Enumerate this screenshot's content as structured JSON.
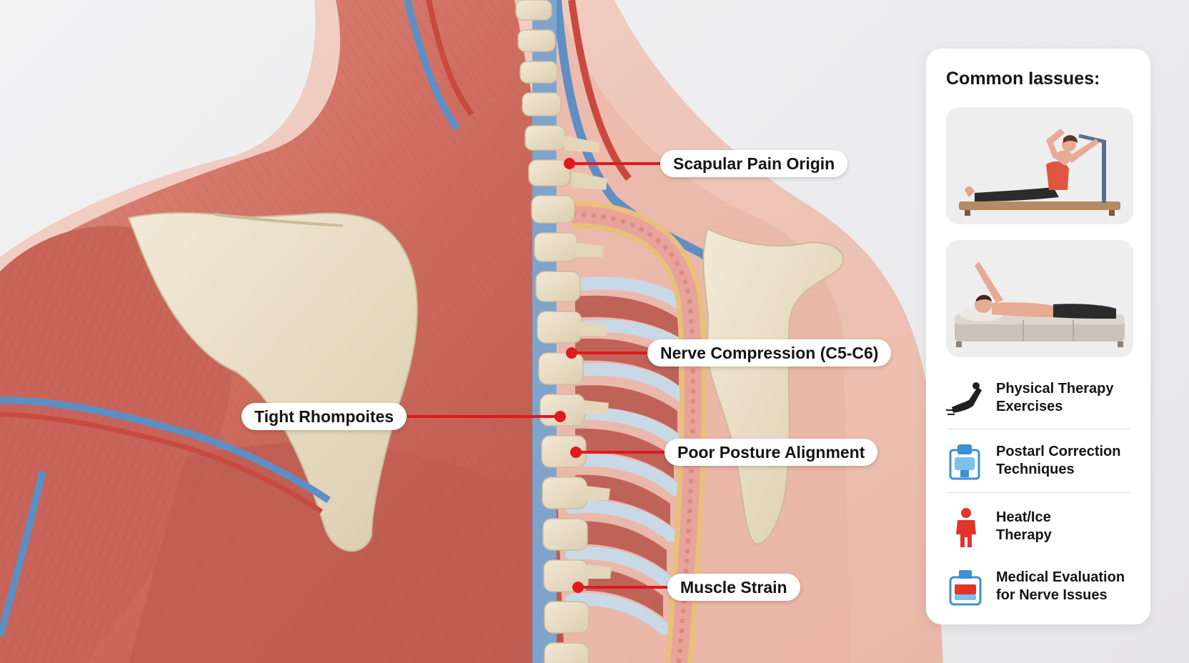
{
  "callouts": {
    "scapular_pain_origin": "Scapular Pain Origin",
    "nerve_compression": "Nerve Compression (C5-C6)",
    "tight_rhomboids": "Tight Rhompoites",
    "poor_posture": "Poor Posture Alignment",
    "muscle_strain": "Muscle Strain"
  },
  "panel": {
    "title": "Common Iassues:",
    "illustrations": [
      {
        "icon": "seated-stretch-illustration"
      },
      {
        "icon": "lying-stretch-illustration"
      }
    ],
    "items": [
      {
        "line1": "Physical Therapy",
        "line2": "Exercises",
        "icon": "exercise-icon"
      },
      {
        "line1": "Postarl Correction",
        "line2": "Techniques",
        "icon": "posture-icon"
      },
      {
        "line1": "Heat/Ice",
        "line2": "Therapy",
        "icon": "person-icon"
      },
      {
        "line1": "Medical Evaluation",
        "line2": "for Nerve Issues",
        "icon": "medical-kit-icon"
      }
    ]
  },
  "colors": {
    "callout_line": "#e0191f",
    "muscle": "#d4786c",
    "bone": "#e8dcc4",
    "nerve": "#5e8fc4",
    "icon_blue": "#3d8fd6",
    "icon_red": "#e0352b"
  }
}
